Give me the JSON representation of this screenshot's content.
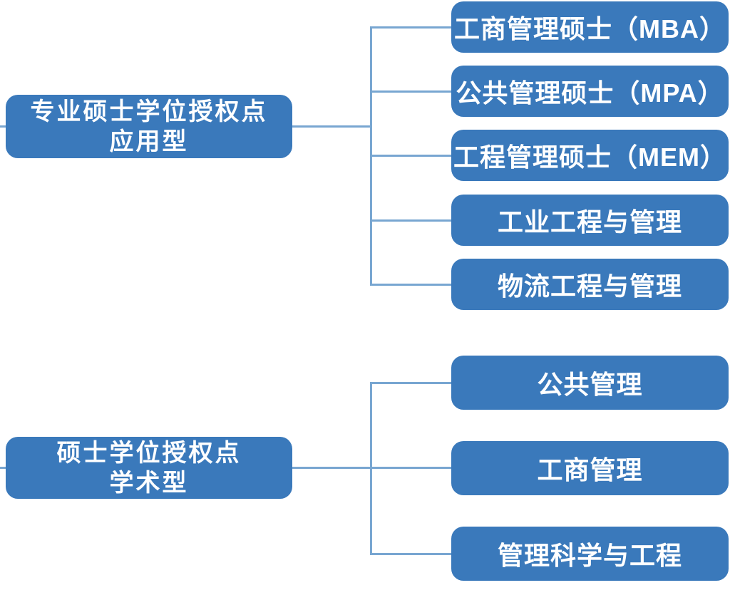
{
  "diagram": {
    "type": "org-tree",
    "colors": {
      "background": "#FFFFFF",
      "node_fill": "#3A79BB",
      "node_text": "#FFFFFF",
      "connector": "#78A6D1"
    },
    "groups": [
      {
        "id": "professional-applied",
        "parent": {
          "line1": "专业硕士学位授权点",
          "line2": "应用型"
        },
        "children": [
          "工商管理硕士（MBA）",
          "公共管理硕士（MPA）",
          "工程管理硕士（MEM）",
          "工业工程与管理",
          "物流工程与管理"
        ]
      },
      {
        "id": "academic",
        "parent": {
          "line1": "硕士学位授权点",
          "line2": "学术型"
        },
        "children": [
          "公共管理",
          "工商管理",
          "管理科学与工程"
        ]
      }
    ]
  }
}
